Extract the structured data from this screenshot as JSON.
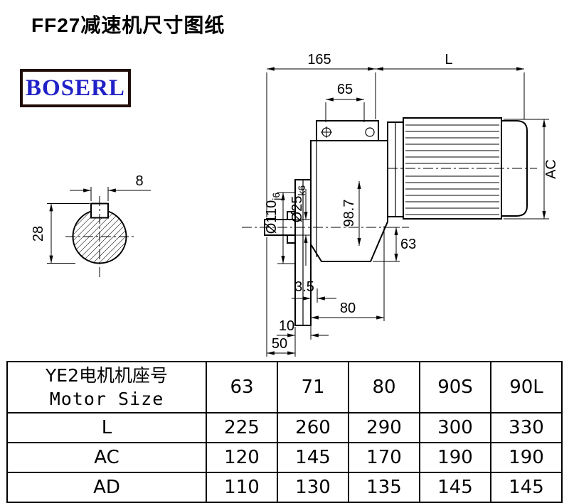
{
  "page": {
    "title": "FF27减速机尺寸图纸"
  },
  "logo": {
    "text": "BOSERL"
  },
  "drawing": {
    "dims": {
      "length_total": "165",
      "motor_length": "L",
      "bolt_spacing": "65",
      "motor_height": "AC",
      "keyway_width": "8",
      "shaft_key_height": "28",
      "flange_spigot": "Ø110",
      "flange_spigot_tol": "j6",
      "shaft_diameter": "Ø25",
      "shaft_diameter_tol": "k6",
      "center_distance": "98.7",
      "foot_height": "63",
      "gap": "3.5",
      "base_width": "80",
      "flange_thickness": "10",
      "shaft_length": "50"
    }
  },
  "table": {
    "header": {
      "col0_line1": "YE2电机机座号",
      "col0_line2": "Motor Size",
      "cols": [
        "63",
        "71",
        "80",
        "90S",
        "90L"
      ]
    },
    "rows": [
      {
        "label": "L",
        "values": [
          "225",
          "260",
          "290",
          "300",
          "330"
        ]
      },
      {
        "label": "AC",
        "values": [
          "120",
          "145",
          "170",
          "190",
          "190"
        ]
      },
      {
        "label": "AD",
        "values": [
          "110",
          "130",
          "135",
          "145",
          "145"
        ]
      }
    ]
  }
}
